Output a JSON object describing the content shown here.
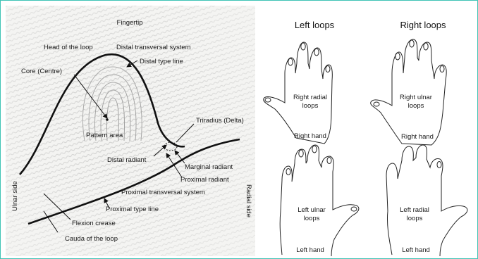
{
  "fingerprint": {
    "labels": {
      "fingertip": "Fingertip",
      "head_of_loop": "Head of the loop",
      "distal_transversal": "Distal transversal system",
      "core": "Core (Centre)",
      "distal_type_line": "Distal type line",
      "triradius": "Triradius (Delta)",
      "pattern_area": "Pattern area",
      "distal_radiant": "Distal radiant",
      "marginal_radiant": "Marginal radiant",
      "proximal_radiant": "Proximal radiant",
      "proximal_transversal": "Proximal transversal system",
      "proximal_type_line": "Proximal type line",
      "flexion_crease": "Flexion crease",
      "cauda": "Cauda of the loop",
      "ulnar_side": "Ulnar side",
      "radial_side": "Radial side"
    }
  },
  "hands": {
    "left_loops_title": "Left loops",
    "right_loops_title": "Right loops",
    "top_left": {
      "loops_line1": "Right radial",
      "loops_line2": "loops",
      "hand": "Right hand"
    },
    "top_right": {
      "loops_line1": "Right ulnar",
      "loops_line2": "loops",
      "hand": "Right hand"
    },
    "bottom_left": {
      "loops_line1": "Left ulnar",
      "loops_line2": "loops",
      "hand": "Left hand"
    },
    "bottom_right": {
      "loops_line1": "Left radial",
      "loops_line2": "loops",
      "hand": "Left hand"
    }
  },
  "colors": {
    "frame_border": "#3fc3b5",
    "ink": "#111111"
  }
}
